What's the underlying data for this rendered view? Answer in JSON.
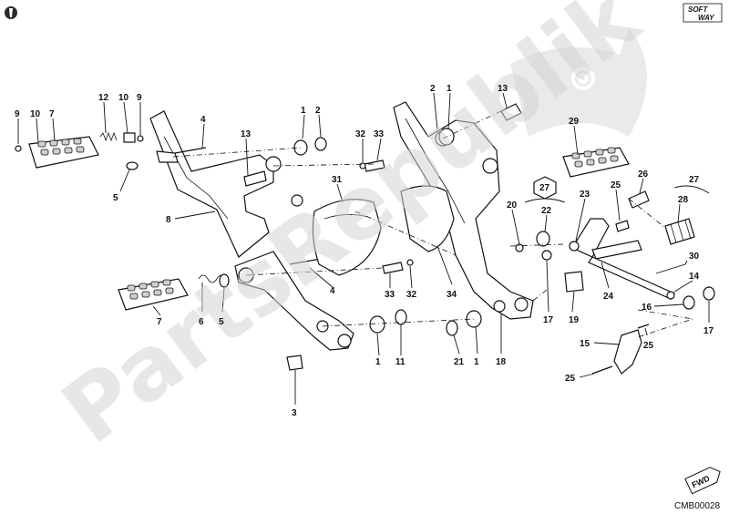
{
  "watermark": {
    "text": "PartsRepublik"
  },
  "logo": {
    "line1": "SOFT",
    "line2": "WAY"
  },
  "drawing_code": "CMB00028",
  "fwd_badge": "FWD",
  "callouts": [
    {
      "id": "c9a",
      "text": "9"
    },
    {
      "id": "c10a",
      "text": "10"
    },
    {
      "id": "c7a",
      "text": "7"
    },
    {
      "id": "c12",
      "text": "12"
    },
    {
      "id": "c10b",
      "text": "10"
    },
    {
      "id": "c9b",
      "text": "9"
    },
    {
      "id": "c4a",
      "text": "4"
    },
    {
      "id": "c5a",
      "text": "5"
    },
    {
      "id": "c8",
      "text": "8"
    },
    {
      "id": "c13a",
      "text": "13"
    },
    {
      "id": "c1a",
      "text": "1"
    },
    {
      "id": "c2a",
      "text": "2"
    },
    {
      "id": "c32a",
      "text": "32"
    },
    {
      "id": "c33a",
      "text": "33"
    },
    {
      "id": "c31",
      "text": "31"
    },
    {
      "id": "c7b",
      "text": "7"
    },
    {
      "id": "c6",
      "text": "6"
    },
    {
      "id": "c5b",
      "text": "5"
    },
    {
      "id": "c4b",
      "text": "4"
    },
    {
      "id": "c33b",
      "text": "33"
    },
    {
      "id": "c32b",
      "text": "32"
    },
    {
      "id": "c3",
      "text": "3"
    },
    {
      "id": "c1b",
      "text": "1"
    },
    {
      "id": "c11",
      "text": "11"
    },
    {
      "id": "c2b",
      "text": "2"
    },
    {
      "id": "c1c",
      "text": "1"
    },
    {
      "id": "c13b",
      "text": "13"
    },
    {
      "id": "c29",
      "text": "29"
    },
    {
      "id": "c34",
      "text": "34"
    },
    {
      "id": "c21",
      "text": "21"
    },
    {
      "id": "c1d",
      "text": "1"
    },
    {
      "id": "c18",
      "text": "18"
    },
    {
      "id": "c20",
      "text": "20"
    },
    {
      "id": "c27a",
      "text": "27"
    },
    {
      "id": "c22",
      "text": "22"
    },
    {
      "id": "c23",
      "text": "23"
    },
    {
      "id": "c25a",
      "text": "25"
    },
    {
      "id": "c26",
      "text": "26"
    },
    {
      "id": "c27b",
      "text": "27"
    },
    {
      "id": "c28",
      "text": "28"
    },
    {
      "id": "c30",
      "text": "30"
    },
    {
      "id": "c14",
      "text": "14"
    },
    {
      "id": "c17a",
      "text": "17"
    },
    {
      "id": "c19",
      "text": "19"
    },
    {
      "id": "c24",
      "text": "24"
    },
    {
      "id": "c16",
      "text": "16"
    },
    {
      "id": "c17b",
      "text": "17"
    },
    {
      "id": "c15",
      "text": "15"
    },
    {
      "id": "c25b",
      "text": "25"
    },
    {
      "id": "c25c",
      "text": "25"
    }
  ]
}
